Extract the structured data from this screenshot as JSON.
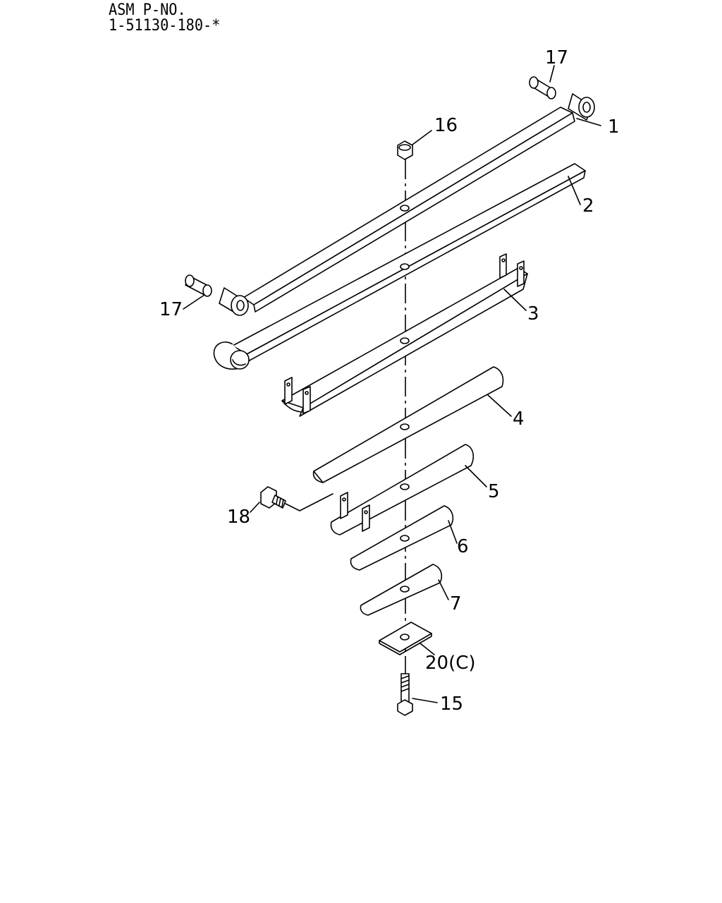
{
  "header": {
    "asm_label": "ASM P-NO.",
    "asm_number": "1-51130-180-*"
  },
  "callouts": {
    "c1": "1",
    "c2": "2",
    "c3": "3",
    "c4": "4",
    "c5": "5",
    "c6": "6",
    "c7": "7",
    "c15": "15",
    "c16": "16",
    "c17a": "17",
    "c17b": "17",
    "c18": "18",
    "c20": "20(C)"
  },
  "colors": {
    "line": "#000000",
    "background": "#ffffff"
  }
}
